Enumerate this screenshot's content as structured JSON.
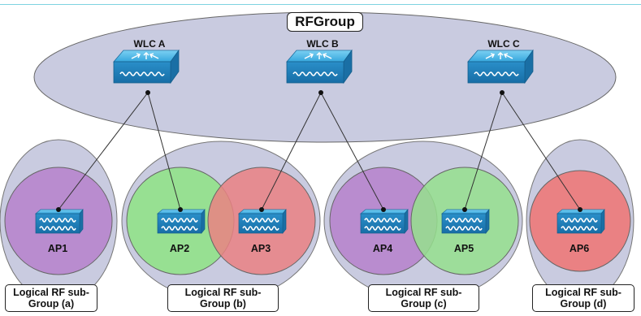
{
  "rf_group_label": "RFGroup",
  "controllers": [
    "WLC A",
    "WLC B",
    "WLC C"
  ],
  "access_points": [
    "AP1",
    "AP2",
    "AP3",
    "AP4",
    "AP5",
    "AP6"
  ],
  "sub_groups": [
    {
      "line1": "Logical RF sub-",
      "line2": "Group (a)"
    },
    {
      "line1": "Logical RF sub-",
      "line2": "Group (b)"
    },
    {
      "line1": "Logical RF sub-",
      "line2": "Group (c)"
    },
    {
      "line1": "Logical RF sub-",
      "line2": "Group (d)"
    }
  ],
  "links": [
    {
      "controller": "WLC A",
      "ap": "AP1"
    },
    {
      "controller": "WLC A",
      "ap": "AP2"
    },
    {
      "controller": "WLC B",
      "ap": "AP3"
    },
    {
      "controller": "WLC B",
      "ap": "AP4"
    },
    {
      "controller": "WLC C",
      "ap": "AP5"
    },
    {
      "controller": "WLC C",
      "ap": "AP6"
    }
  ],
  "colors": {
    "group_ellipse": "#c9cbe0",
    "purple_cell": "#b98ccf",
    "green_cell": "#95e08d",
    "red_cell": "#ea8183",
    "device_blue": "#3aa0d4"
  }
}
